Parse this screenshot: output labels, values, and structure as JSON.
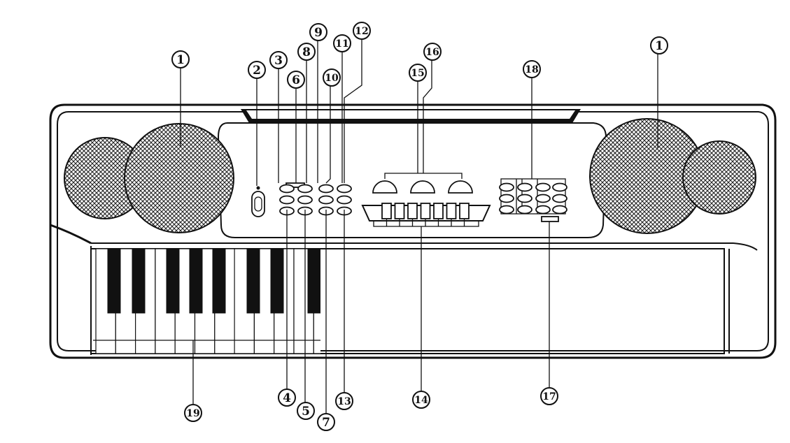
{
  "callouts": [
    "1",
    "1",
    "2",
    "3",
    "4",
    "5",
    "6",
    "7",
    "8",
    "9",
    "10",
    "11",
    "12",
    "13",
    "14",
    "15",
    "16",
    "17",
    "18",
    "19"
  ],
  "colors": {
    "ink": "#111111",
    "paper": "#ffffff"
  }
}
